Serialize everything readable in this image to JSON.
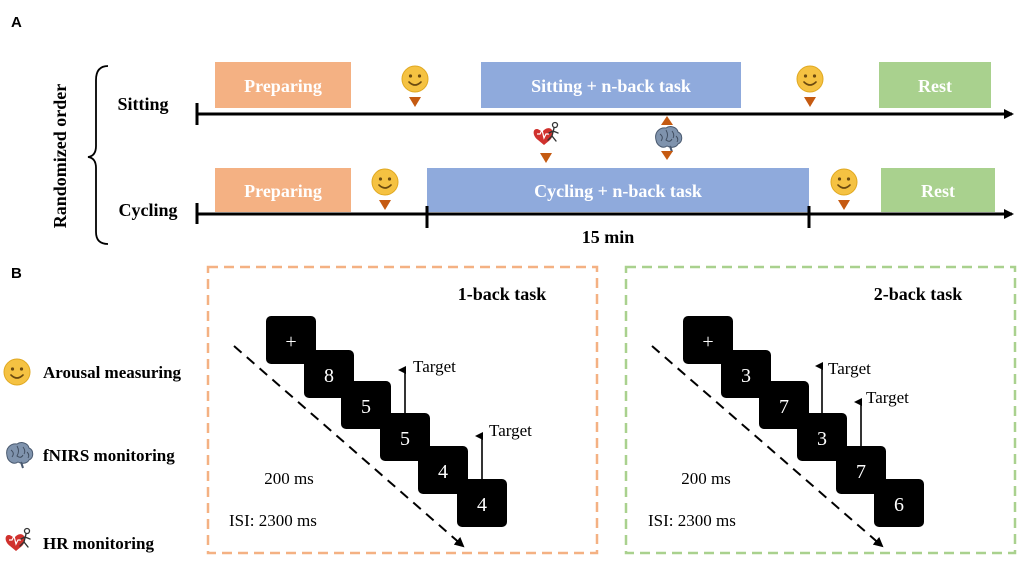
{
  "panel_a": {
    "label": "A",
    "side_label": "Randomized order",
    "rows": [
      {
        "name": "Sitting",
        "blocks": [
          "Preparing",
          "Sitting + n-back task",
          "Rest"
        ]
      },
      {
        "name": "Cycling",
        "blocks": [
          "Preparing",
          "Cycling + n-back task",
          "Rest"
        ]
      }
    ],
    "duration_label": "15 min",
    "colors": {
      "preparing": "#F4B183",
      "task": "#8FAADC",
      "rest": "#A9D18E",
      "marker": "#C55A11",
      "smiley": "#F5C242"
    }
  },
  "panel_b": {
    "label": "B",
    "legend": [
      {
        "icon": "smiley-icon",
        "label": "Arousal measuring"
      },
      {
        "icon": "brain-icon",
        "label": "fNIRS monitoring"
      },
      {
        "icon": "heart-runner-icon",
        "label": "HR monitoring"
      }
    ],
    "tasks": [
      {
        "title": "1-back task",
        "border_color": "#F4B183",
        "stimuli": [
          "+",
          "8",
          "5",
          "5",
          "4",
          "4"
        ],
        "target_label": "Target",
        "duration_label": "200 ms",
        "isi_label": "ISI: 2300 ms"
      },
      {
        "title": "2-back task",
        "border_color": "#A9D18E",
        "stimuli": [
          "+",
          "3",
          "7",
          "3",
          "7",
          "6"
        ],
        "target_label": "Target",
        "duration_label": "200 ms",
        "isi_label": "ISI: 2300 ms"
      }
    ]
  }
}
